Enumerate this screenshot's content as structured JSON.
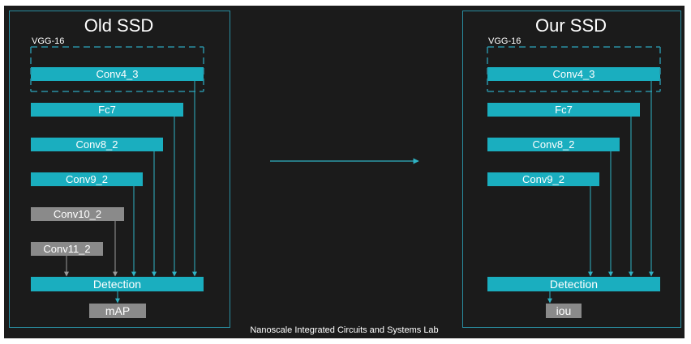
{
  "left_panel": {
    "title": "Old SSD",
    "vgg_label": "VGG-16",
    "blocks": [
      "Conv4_3",
      "Fc7",
      "Conv8_2",
      "Conv9_2",
      "Conv10_2",
      "Conv11_2"
    ],
    "detection": "Detection",
    "output": "mAP"
  },
  "right_panel": {
    "title": "Our SSD",
    "vgg_label": "VGG-16",
    "blocks": [
      "Conv4_3",
      "Fc7",
      "Conv8_2",
      "Conv9_2"
    ],
    "detection": "Detection",
    "output": "iou"
  },
  "footer": "Nanoscale Integrated Circuits and Systems Lab",
  "colors": {
    "background": "#1b1b1b",
    "panel_border": "#2a8fa3",
    "block_teal": "#1aaebf",
    "block_gray": "#8a8a8a",
    "arrow": "#2fb3c4",
    "arrow_gray": "#9a9a9a",
    "text": "#ffffff"
  }
}
